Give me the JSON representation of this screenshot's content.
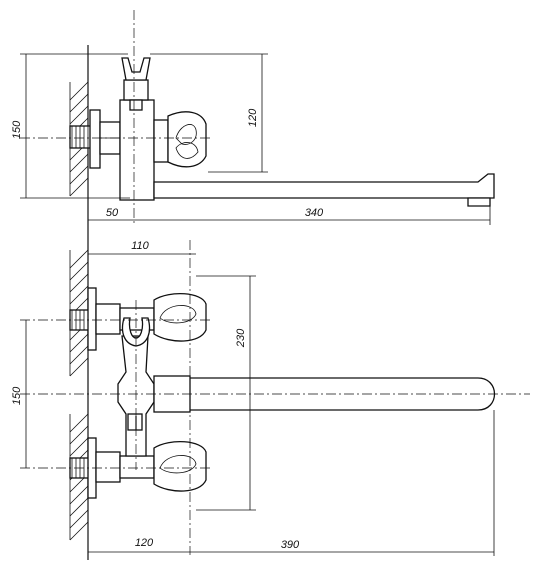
{
  "dimensions": {
    "top_height_150": "150",
    "top_height_120": "120",
    "top_wall_50": "50",
    "top_spout_340": "340",
    "bottom_width_110": "110",
    "bottom_height_230": "230",
    "bottom_spacing_150": "150",
    "bottom_offset_120": "120",
    "bottom_spout_390": "390"
  },
  "colors": {
    "line": "#111111",
    "background": "#ffffff"
  }
}
